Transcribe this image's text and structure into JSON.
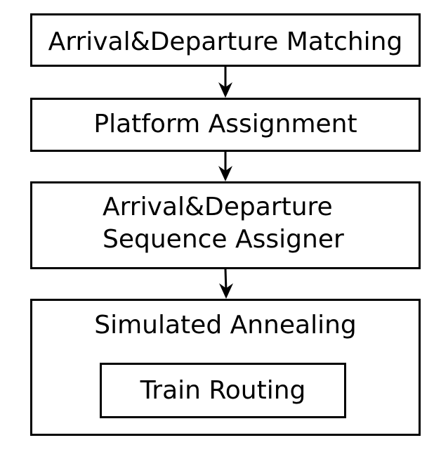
{
  "flow": {
    "step1": "Arrival&Departure Matching",
    "step2": "Platform Assignment",
    "step3_line1": "Arrival&Departure",
    "step3_line2": "Sequence Assigner",
    "step4": "Simulated Annealing",
    "step4_inner": "Train Routing"
  }
}
